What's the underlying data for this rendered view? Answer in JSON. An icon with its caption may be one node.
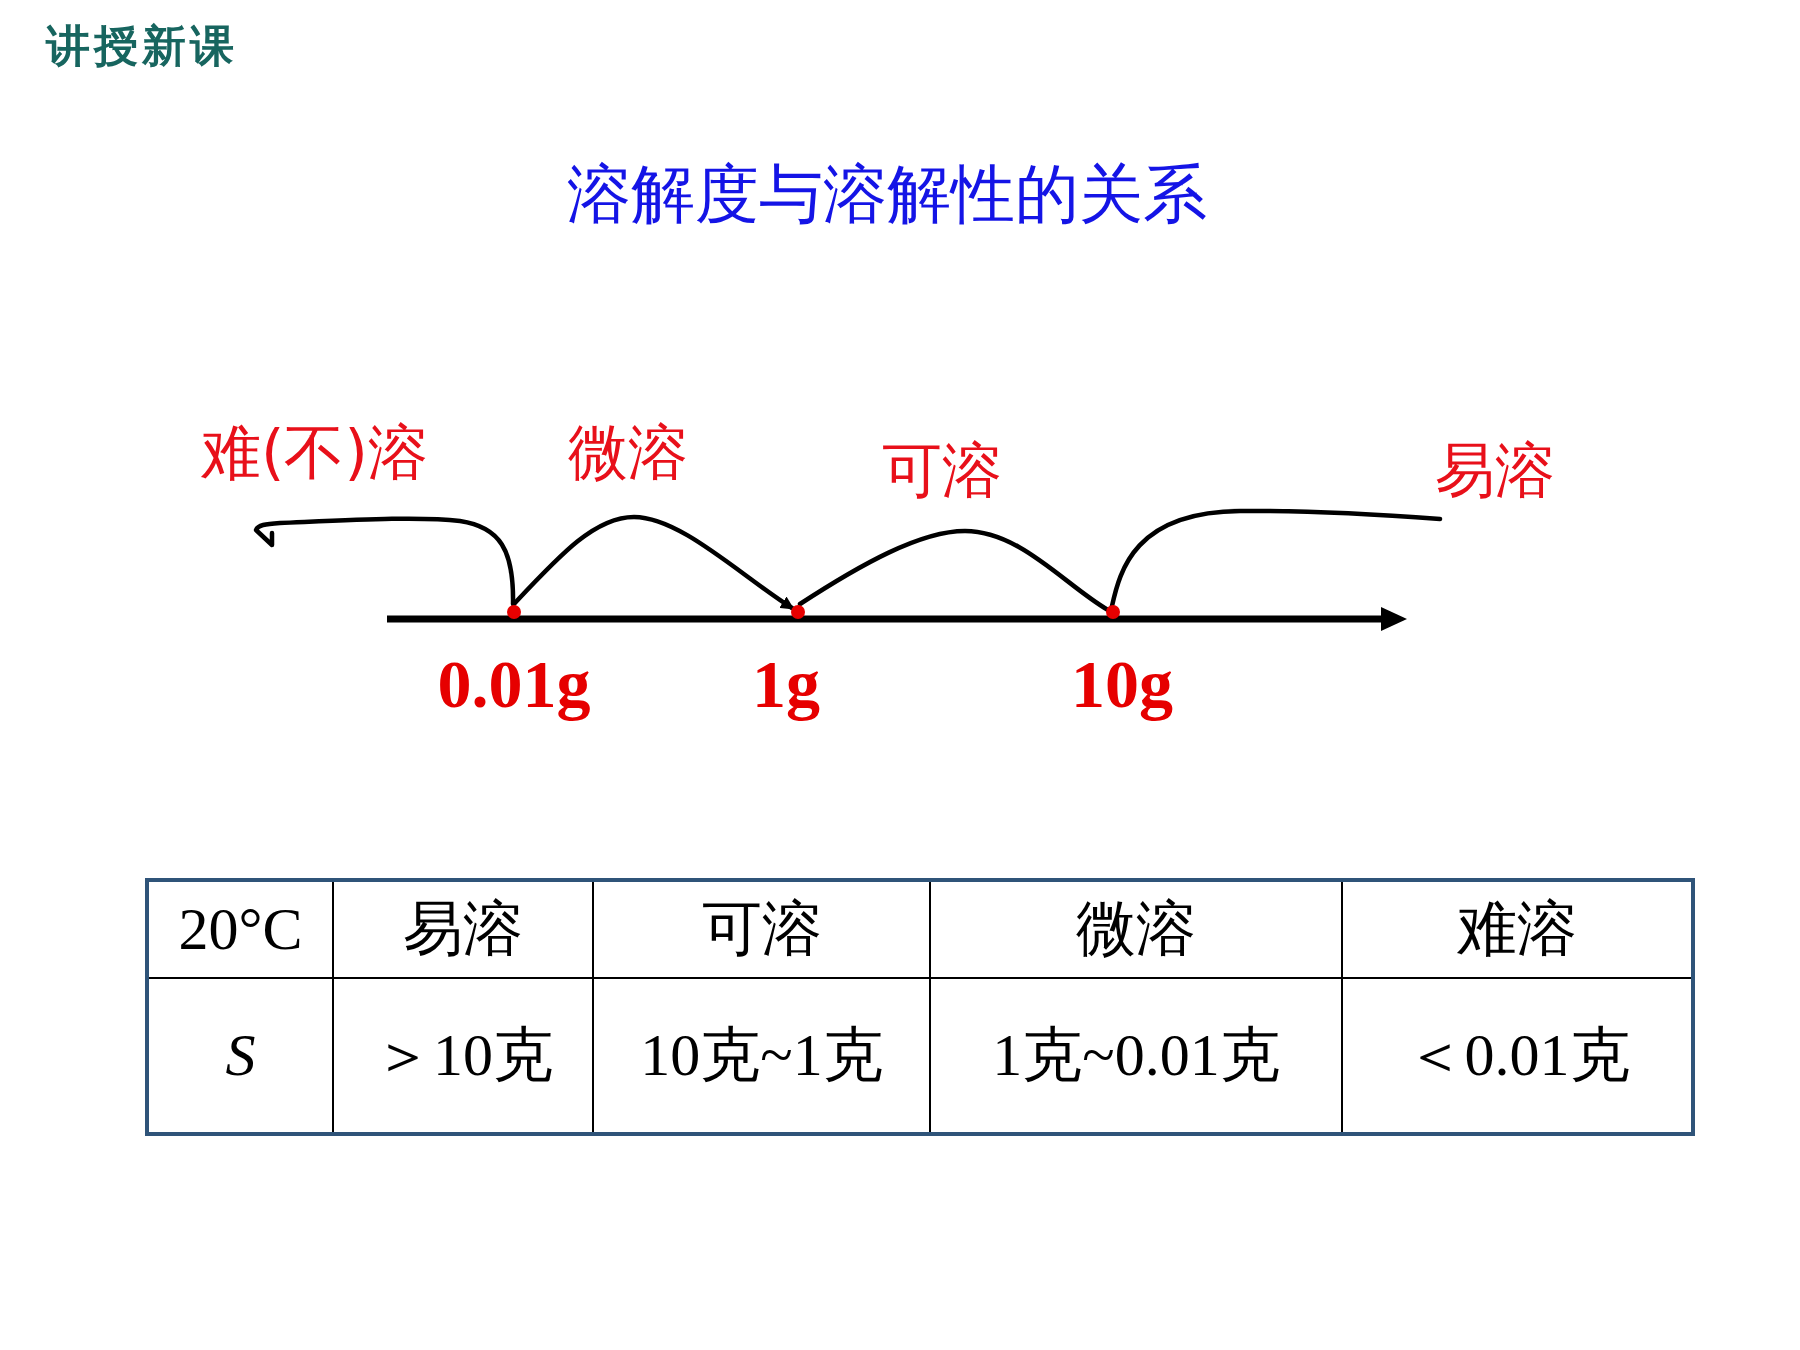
{
  "diagram": {
    "title": "溶解度与溶解性的关系",
    "labels": [
      "讲授新课",
      "难(不)溶",
      "微溶",
      "可溶",
      "易溶",
      "0.01g",
      "1g",
      "10g",
      "20°C",
      "易溶",
      "可溶",
      "微溶",
      "难溶",
      "S",
      "＞10克",
      "10克~1克",
      "1克~0.01克",
      "＜0.01克"
    ]
  }
}
